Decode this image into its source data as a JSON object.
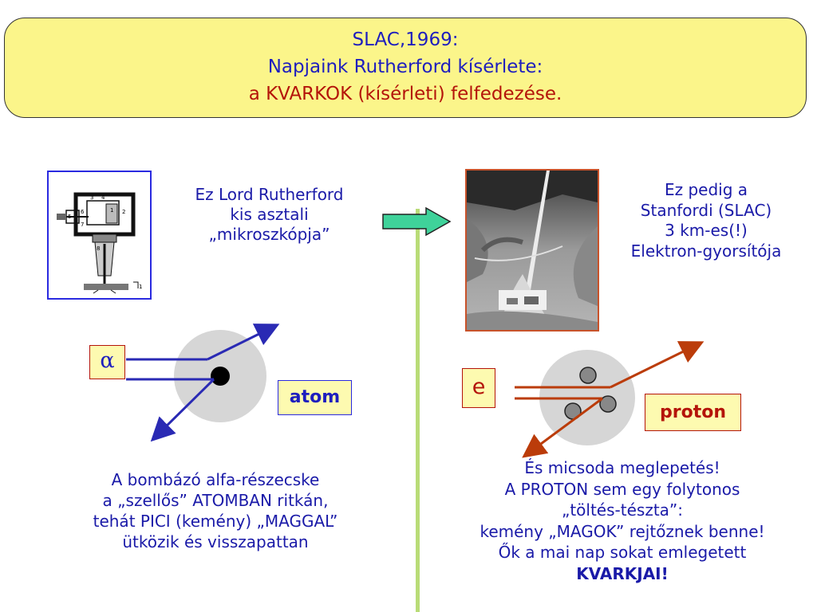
{
  "title": {
    "line1": "SLAC,1969:",
    "line2": "Napjaink Rutherford kísérlete:",
    "line3": "a KVARKOK (kísérleti) felfedezése."
  },
  "left": {
    "caption": [
      "Ez Lord Rutherford",
      "kis asztali",
      "„mikroszkópja”"
    ],
    "alpha_symbol": "α",
    "atom_label": "atom",
    "description": [
      "A bombázó alfa-részecske",
      "a „szellős” ATOMBAN ritkán,",
      "tehát PICI (kemény) „MAGGAL”",
      "ütközik és visszapattan"
    ],
    "apparatus_numbers": [
      "3",
      "4",
      "1",
      "2",
      "5",
      "6",
      "7",
      "8",
      "1"
    ]
  },
  "right": {
    "caption": [
      "Ez pedig a",
      "Stanfordi (SLAC)",
      "3 km-es(!)",
      "Elektron-gyorsítója"
    ],
    "electron_symbol": "e",
    "proton_label": "proton",
    "description": [
      "És micsoda meglepetés!",
      "A PROTON  sem egy folytonos",
      "„töltés-tészta”:",
      "kemény „MAGOK” rejtőznek benne!",
      "Ők a mai nap sokat emlegetett"
    ],
    "description_emphasis": "KVARKJAI!"
  },
  "colors": {
    "title_bg": "#fbf58a",
    "blue_text": "#1e1ebe",
    "red_text": "#b4140a",
    "divider": "#b9dc78",
    "arrow_fill": "#3fd29a",
    "label_bg": "#fdfab0",
    "alpha_arrow": "#2a2ab4",
    "electron_arrow": "#bb3c0a",
    "atom_disc": "#d6d6d6"
  }
}
